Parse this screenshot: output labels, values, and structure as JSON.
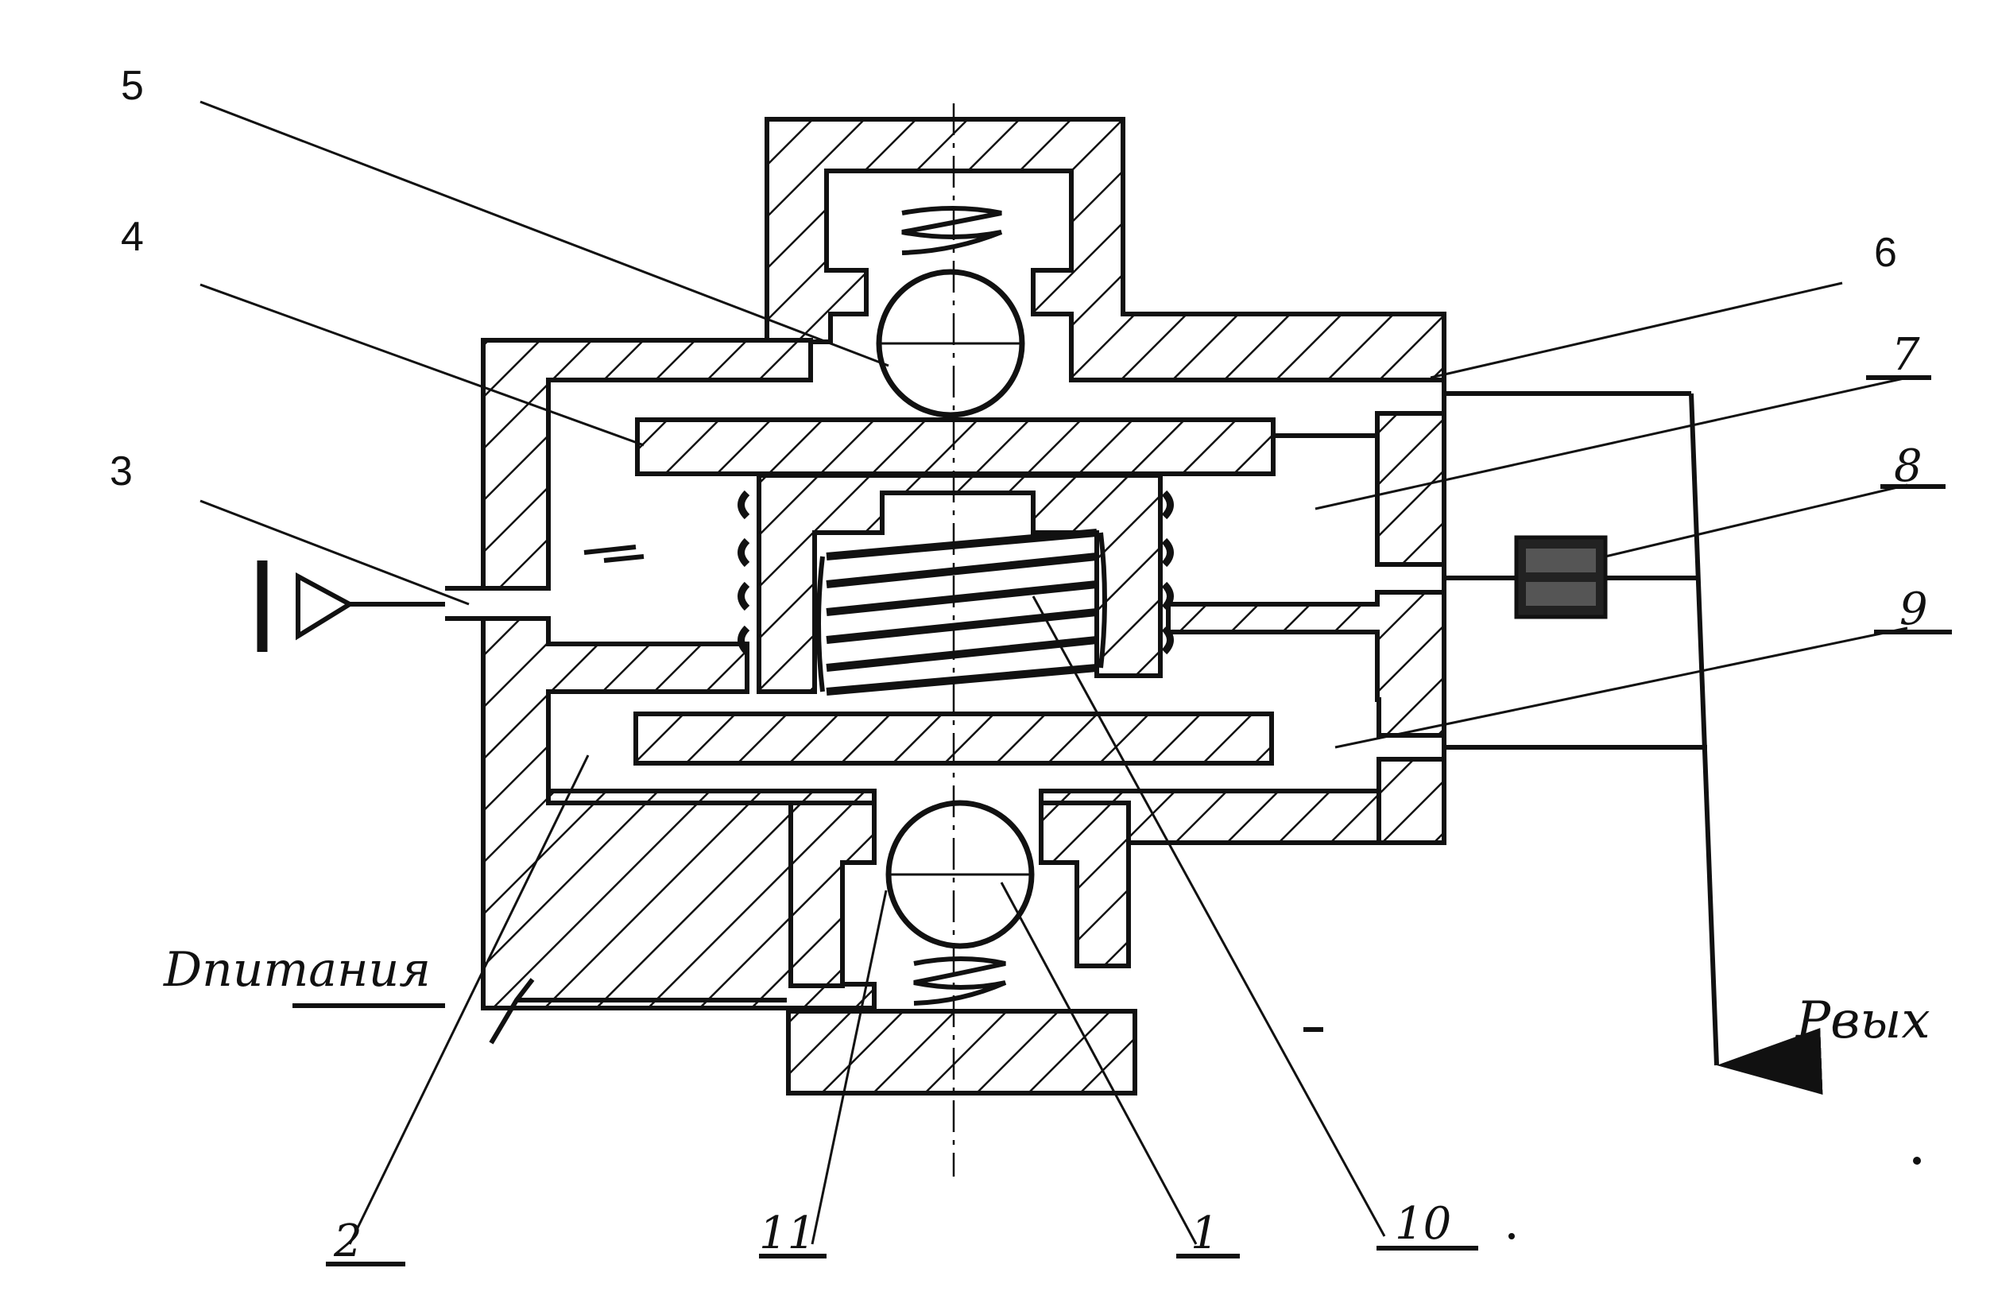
{
  "callouts": {
    "n1": "1",
    "n2": "2",
    "n3": "3",
    "n4": "4",
    "n5": "5",
    "n6": "6",
    "n7": "7",
    "n8": "8",
    "n9": "9",
    "n10": "10",
    "n11": "11"
  },
  "labels": {
    "supply": "Dпитания",
    "output": "Pвых",
    "port_left": "I"
  }
}
